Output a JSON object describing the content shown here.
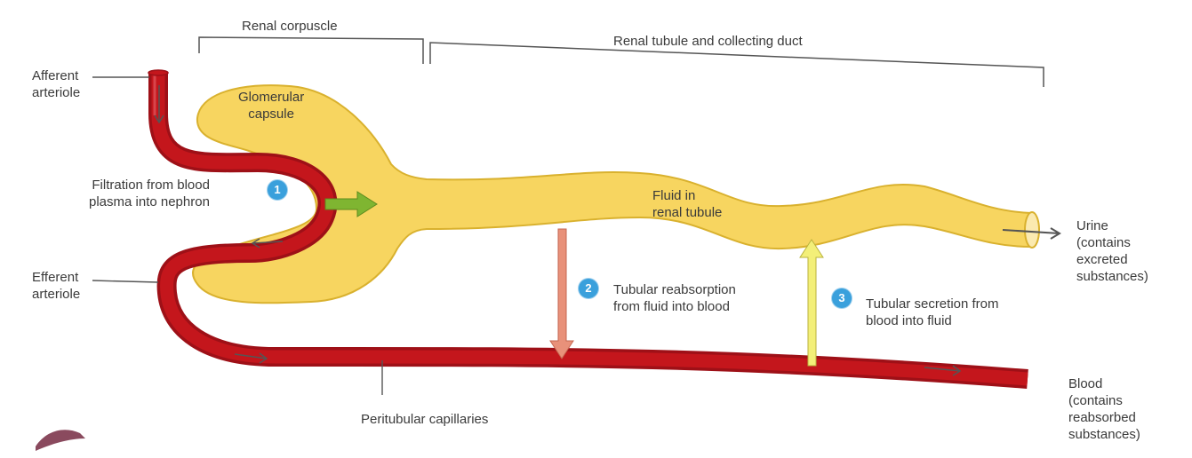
{
  "header": {
    "renal_corpuscle": "Renal corpuscle",
    "renal_tubule": "Renal tubule and collecting duct"
  },
  "labels": {
    "afferent": "Afferent\narteriole",
    "efferent": "Efferent\narteriole",
    "glomerular_capsule": "Glomerular\ncapsule",
    "fluid": "Fluid in\nrenal tubule",
    "urine": "Urine\n(contains\nexcreted\nsubstances)",
    "blood": "Blood\n(contains\nreabsorbed\nsubstances)",
    "peritubular": "Peritubular capillaries"
  },
  "steps": [
    {
      "number": "1",
      "text": "Filtration from blood\nplasma into nephron"
    },
    {
      "number": "2",
      "text": "Tubular reabsorption\nfrom fluid into blood"
    },
    {
      "number": "3",
      "text": "Tubular secretion from\nblood into fluid"
    }
  ],
  "colors": {
    "blood_vessel": "#c4161c",
    "tubule": "#f7d560",
    "filtration_arrow": "#7fb531",
    "reabsorption_arrow": "#e8917a",
    "secretion_arrow": "#f3ef78",
    "badge": "#3aa0dc"
  }
}
